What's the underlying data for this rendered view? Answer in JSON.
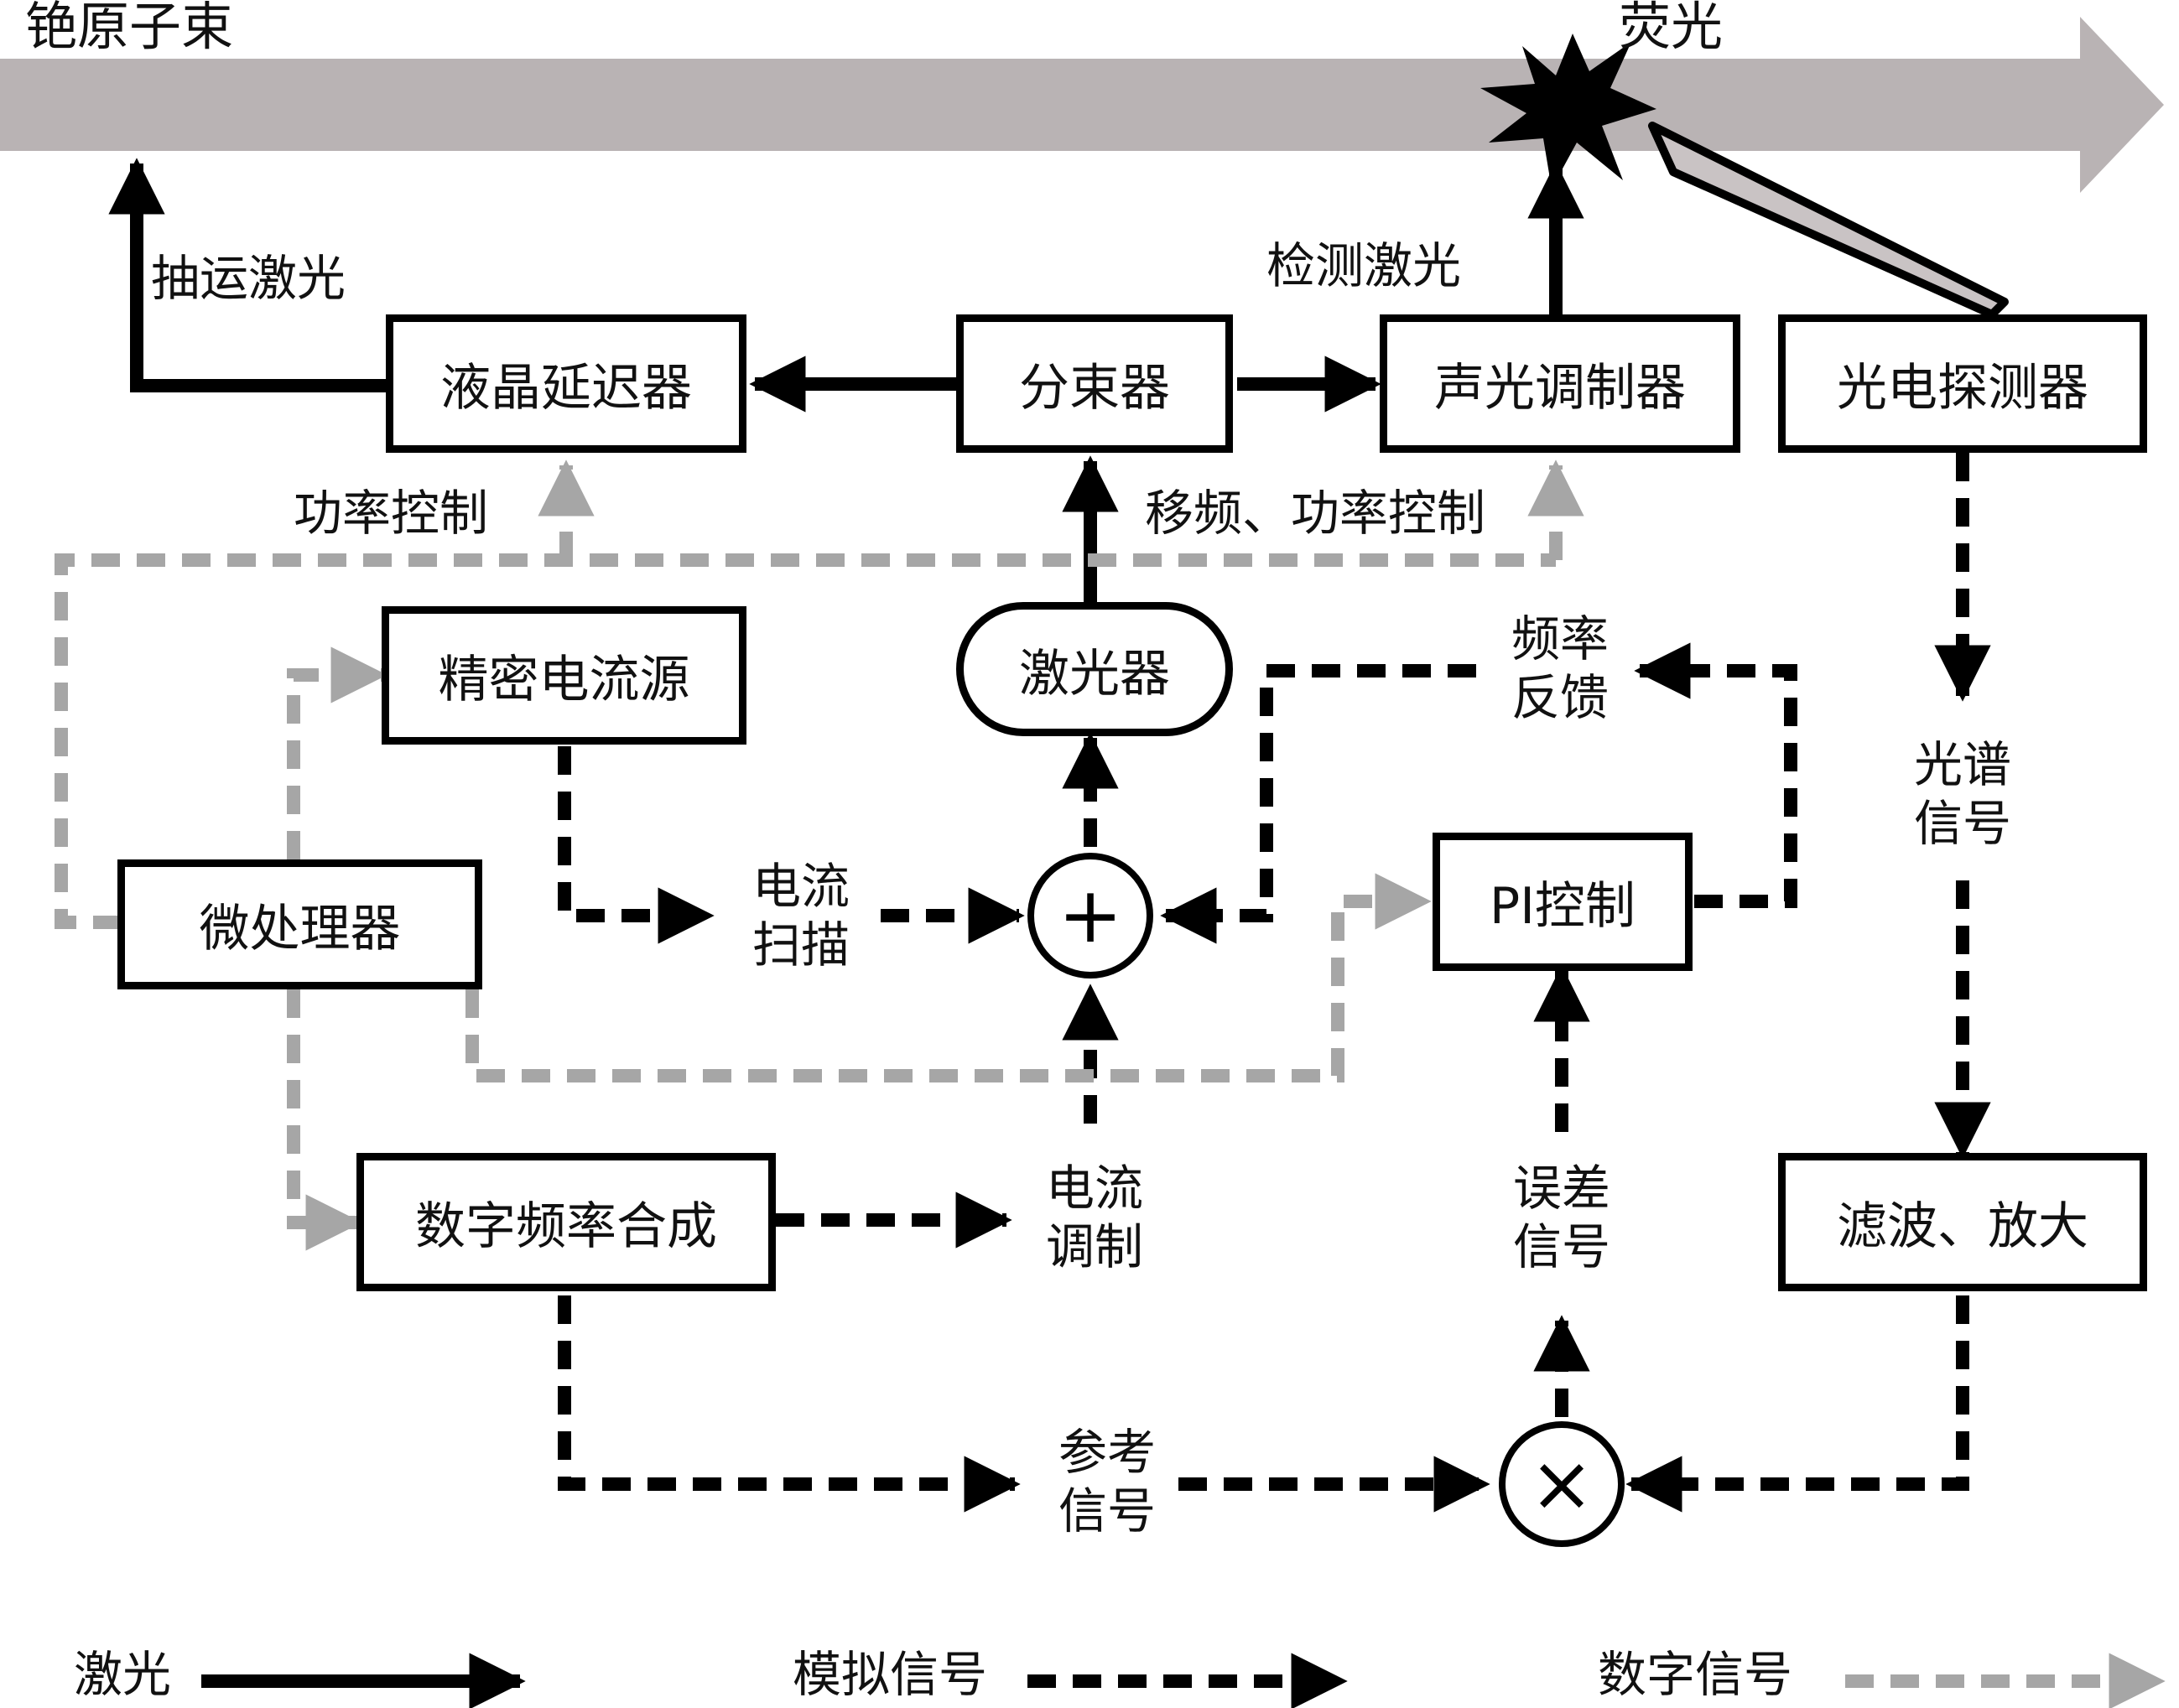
{
  "beam": {
    "atom_beam_label": "铯原子束",
    "fluorescence_label": "荧光",
    "color": "#b9b3b4"
  },
  "blocks": {
    "lc_retarder": "液晶延迟器",
    "beam_splitter": "分束器",
    "aom": "声光调制器",
    "photodetector": "光电探测器",
    "current_source": "精密电流源",
    "laser": "激光器",
    "pi_control": "PI控制",
    "microprocessor": "微处理器",
    "dds": "数字频率合成",
    "filter_amp": "滤波、放大"
  },
  "operators": {
    "adder": "+",
    "mixer": "×"
  },
  "labels": {
    "pump_laser": "抽运激光",
    "probe_laser": "检测激光",
    "power_control": "功率控制",
    "shift_power_control": "移频、功率控制",
    "freq_feedback_1": "频率",
    "freq_feedback_2": "反馈",
    "spectral_signal_1": "光谱",
    "spectral_signal_2": "信号",
    "current_scan_1": "电流",
    "current_scan_2": "扫描",
    "current_mod_1": "电流",
    "current_mod_2": "调制",
    "error_signal_1": "误差",
    "error_signal_2": "信号",
    "reference_signal_1": "参考",
    "reference_signal_2": "信号"
  },
  "legend": {
    "laser": "激光",
    "analog": "模拟信号",
    "digital": "数字信号"
  },
  "colors": {
    "laser": "#000000",
    "analog": "#000000",
    "digital": "#a6a6a6"
  }
}
